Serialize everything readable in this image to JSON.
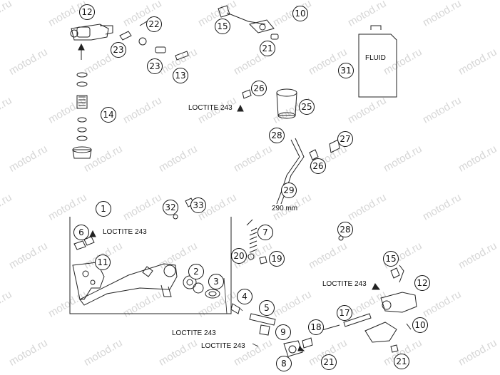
{
  "watermark": "motod.ru",
  "callouts": {
    "c12a": "12",
    "c22": "22",
    "c23a": "23",
    "c23b": "23",
    "c13": "13",
    "c15a": "15",
    "c10a": "10",
    "c21a": "21",
    "c31": "31",
    "c14": "14",
    "c26a": "26",
    "c25": "25",
    "c28a": "28",
    "c27": "27",
    "c26b": "26",
    "c29": "29",
    "c1": "1",
    "c32": "32",
    "c33": "33",
    "c6": "6",
    "c11": "11",
    "c7": "7",
    "c20": "20",
    "c19": "19",
    "c2": "2",
    "c3": "3",
    "c4": "4",
    "c5": "5",
    "c28b": "28",
    "c15b": "15",
    "c12b": "12",
    "c17": "17",
    "c10b": "10",
    "c18": "18",
    "c9": "9",
    "c8": "8",
    "c21b": "21",
    "c21c": "21"
  },
  "labels": {
    "fluid": "FLUID",
    "loctite_1": "LOCTITE 243",
    "loctite_2": "LOCTITE 243",
    "loctite_3": "LOCTITE 243",
    "loctite_4": "LOCTITE 243",
    "loctite_5": "LOCTITE 243",
    "length": "290 mm"
  },
  "colors": {
    "line": "#222222",
    "watermark": "#d6d6d6",
    "background": "#ffffff"
  }
}
